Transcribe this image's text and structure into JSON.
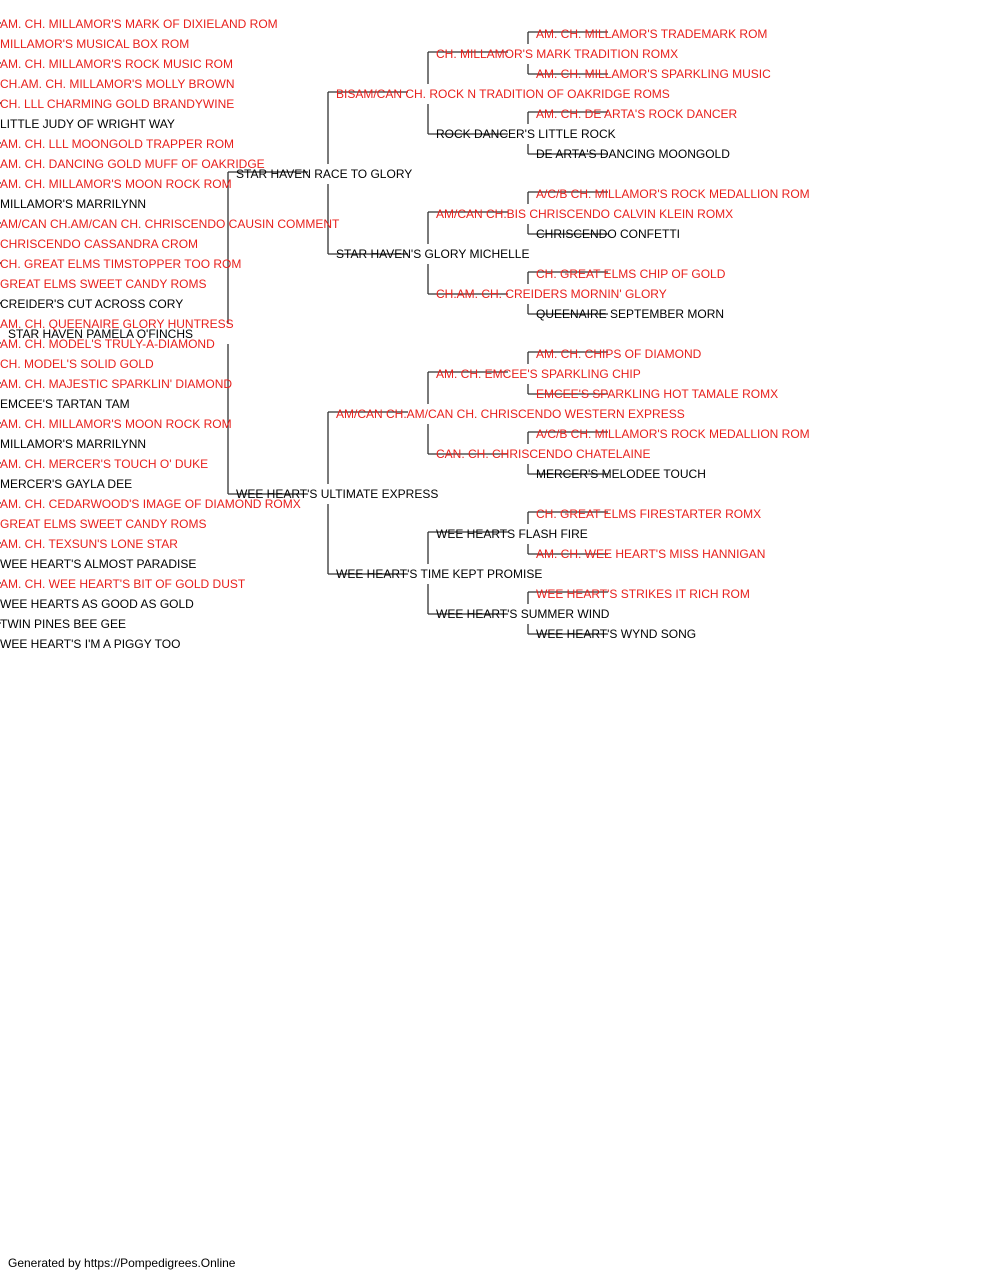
{
  "colors": {
    "champion": "#e8201c",
    "normal": "#000000",
    "line": "#333333"
  },
  "pedigree": {
    "name": "STAR HAVEN PAMELA O'FINCHS",
    "champion": false,
    "sire": {
      "name": "STAR HAVEN RACE TO GLORY",
      "champion": false,
      "sire": {
        "name": "BISAM/CAN CH. ROCK N TRADITION OF OAKRIDGE ROMS",
        "champion": true,
        "sire": {
          "name": "CH. MILLAMOR'S MARK TRADITION ROMX",
          "champion": true,
          "sire": {
            "name": "AM. CH. MILLAMOR'S TRADEMARK ROM",
            "champion": true,
            "sire": {
              "name": "AM. CH. MILLAMOR'S MARK OF DIXIELAND ROM",
              "champion": true
            },
            "dam": {
              "name": "MILLAMOR'S MUSICAL BOX ROM",
              "champion": true
            }
          },
          "dam": {
            "name": "AM. CH. MILLAMOR'S SPARKLING MUSIC",
            "champion": true,
            "sire": {
              "name": "AM. CH. MILLAMOR'S ROCK MUSIC ROM",
              "champion": true
            },
            "dam": {
              "name": "CH.AM. CH. MILLAMOR'S MOLLY BROWN",
              "champion": true
            }
          }
        },
        "dam": {
          "name": "ROCK DANCER'S LITTLE ROCK",
          "champion": false,
          "sire": {
            "name": "AM. CH. DE ARTA'S ROCK DANCER",
            "champion": true,
            "sire": {
              "name": "CH. LLL CHARMING GOLD BRANDYWINE",
              "champion": true
            },
            "dam": {
              "name": "LITTLE JUDY OF WRIGHT WAY",
              "champion": false
            }
          },
          "dam": {
            "name": "DE ARTA'S DANCING MOONGOLD",
            "champion": false,
            "sire": {
              "name": "AM. CH. LLL MOONGOLD TRAPPER ROM",
              "champion": true
            },
            "dam": {
              "name": "AM. CH. DANCING GOLD MUFF OF OAKRIDGE",
              "champion": true
            }
          }
        }
      },
      "dam": {
        "name": "STAR HAVEN'S GLORY MICHELLE",
        "champion": false,
        "sire": {
          "name": "AM/CAN CH.BIS CHRISCENDO CALVIN KLEIN ROMX",
          "champion": true,
          "sire": {
            "name": "A/C/B CH. MILLAMOR'S ROCK MEDALLION ROM",
            "champion": true,
            "sire": {
              "name": "AM. CH. MILLAMOR'S MOON ROCK ROM",
              "champion": true
            },
            "dam": {
              "name": "MILLAMOR'S MARRILYNN",
              "champion": false
            }
          },
          "dam": {
            "name": "CHRISCENDO CONFETTI",
            "champion": false,
            "sire": {
              "name": "AM/CAN CH.AM/CAN CH. CHRISCENDO CAUSIN COMMENT",
              "champion": true
            },
            "dam": {
              "name": "CHRISCENDO CASSANDRA CROM",
              "champion": true
            }
          }
        },
        "dam": {
          "name": "CH.AM. CH. CREIDERS MORNIN' GLORY",
          "champion": true,
          "sire": {
            "name": "CH. GREAT ELMS CHIP OF GOLD",
            "champion": true,
            "sire": {
              "name": "CH. GREAT ELMS TIMSTOPPER TOO ROM",
              "champion": true
            },
            "dam": {
              "name": "GREAT ELMS SWEET CANDY ROMS",
              "champion": true
            }
          },
          "dam": {
            "name": "QUEENAIRE SEPTEMBER MORN",
            "champion": false,
            "sire": {
              "name": "CREIDER'S CUT ACROSS CORY",
              "champion": false
            },
            "dam": {
              "name": "AM. CH. QUEENAIRE GLORY HUNTRESS",
              "champion": true
            }
          }
        }
      }
    },
    "dam": {
      "name": "WEE HEART'S ULTIMATE EXPRESS",
      "champion": false,
      "sire": {
        "name": "AM/CAN CH.AM/CAN CH. CHRISCENDO WESTERN EXPRESS",
        "champion": true,
        "sire": {
          "name": "AM. CH. EMCEE'S SPARKLING CHIP",
          "champion": true,
          "sire": {
            "name": "AM. CH. CHIPS OF DIAMOND",
            "champion": true,
            "sire": {
              "name": "AM. CH. MODEL'S TRULY-A-DIAMOND",
              "champion": true
            },
            "dam": {
              "name": "CH. MODEL'S SOLID GOLD",
              "champion": true
            }
          },
          "dam": {
            "name": "EMCEE'S SPARKLING HOT TAMALE ROMX",
            "champion": true,
            "sire": {
              "name": "AM. CH. MAJESTIC SPARKLIN' DIAMOND",
              "champion": true
            },
            "dam": {
              "name": "EMCEE'S TARTAN TAM",
              "champion": false
            }
          }
        },
        "dam": {
          "name": "CAN. CH. CHRISCENDO CHATELAINE",
          "champion": true,
          "sire": {
            "name": "A/C/B CH. MILLAMOR'S ROCK MEDALLION ROM",
            "champion": true,
            "sire": {
              "name": "AM. CH. MILLAMOR'S MOON ROCK ROM",
              "champion": true
            },
            "dam": {
              "name": "MILLAMOR'S MARRILYNN",
              "champion": false
            }
          },
          "dam": {
            "name": "MERCER'S MELODEE TOUCH",
            "champion": false,
            "sire": {
              "name": "AM. CH. MERCER'S TOUCH O' DUKE",
              "champion": true
            },
            "dam": {
              "name": "MERCER'S GAYLA DEE",
              "champion": false
            }
          }
        }
      },
      "dam": {
        "name": "WEE HEART'S TIME KEPT PROMISE",
        "champion": false,
        "sire": {
          "name": "WEE HEARTS FLASH FIRE",
          "champion": false,
          "sire": {
            "name": "CH. GREAT ELMS FIRESTARTER ROMX",
            "champion": true,
            "sire": {
              "name": "AM. CH. CEDARWOOD'S IMAGE OF DIAMOND ROMX",
              "champion": true
            },
            "dam": {
              "name": "GREAT ELMS SWEET CANDY ROMS",
              "champion": true
            }
          },
          "dam": {
            "name": "AM. CH. WEE HEART'S MISS HANNIGAN",
            "champion": true,
            "sire": {
              "name": "AM. CH. TEXSUN'S LONE STAR",
              "champion": true
            },
            "dam": {
              "name": "WEE HEART'S ALMOST PARADISE",
              "champion": false
            }
          }
        },
        "dam": {
          "name": "WEE HEART'S SUMMER WIND",
          "champion": false,
          "sire": {
            "name": "WEE HEART'S STRIKES IT RICH ROM",
            "champion": true,
            "sire": {
              "name": "AM. CH. WEE HEART'S BIT OF GOLD DUST",
              "champion": true
            },
            "dam": {
              "name": "WEE HEARTS AS GOOD AS GOLD",
              "champion": false
            }
          },
          "dam": {
            "name": "WEE HEART'S WYND SONG",
            "champion": false,
            "sire": {
              "name": "TWIN PINES BEE GEE",
              "champion": false
            },
            "dam": {
              "name": "WEE HEART'S I'M A PIGGY TOO",
              "champion": false
            }
          }
        }
      }
    }
  },
  "footer": {
    "text": "Generated by https://Pompedigrees.Online"
  }
}
